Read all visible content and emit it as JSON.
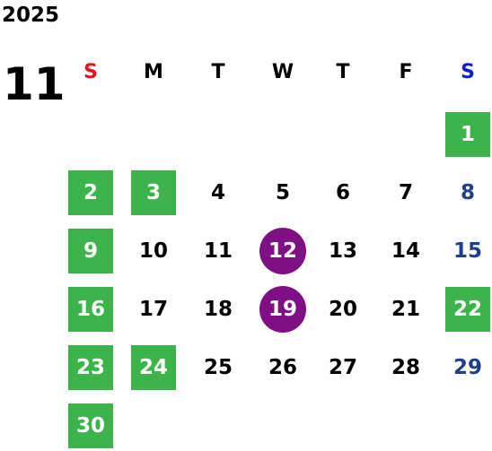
{
  "year": "2025",
  "month": "11",
  "colors": {
    "sunday": "#e8141c",
    "saturday": "#1020d0",
    "saturday_date": "#1f3f8c",
    "holiday_bg": "#3cb44b",
    "event_bg": "#7f0f85",
    "text": "#000000"
  },
  "weekdays": [
    "S",
    "M",
    "T",
    "W",
    "T",
    "F",
    "S"
  ],
  "weeks": [
    [
      null,
      null,
      null,
      null,
      null,
      null,
      {
        "label": "1",
        "style": "green"
      }
    ],
    [
      {
        "label": "2",
        "style": "green"
      },
      {
        "label": "3",
        "style": "green"
      },
      {
        "label": "4",
        "style": "normal"
      },
      {
        "label": "5",
        "style": "normal"
      },
      {
        "label": "6",
        "style": "normal"
      },
      {
        "label": "7",
        "style": "normal"
      },
      {
        "label": "8",
        "style": "sat"
      }
    ],
    [
      {
        "label": "9",
        "style": "green"
      },
      {
        "label": "10",
        "style": "normal"
      },
      {
        "label": "11",
        "style": "normal"
      },
      {
        "label": "12",
        "style": "purple"
      },
      {
        "label": "13",
        "style": "normal"
      },
      {
        "label": "14",
        "style": "normal"
      },
      {
        "label": "15",
        "style": "sat"
      }
    ],
    [
      {
        "label": "16",
        "style": "green"
      },
      {
        "label": "17",
        "style": "normal"
      },
      {
        "label": "18",
        "style": "normal"
      },
      {
        "label": "19",
        "style": "purple"
      },
      {
        "label": "20",
        "style": "normal"
      },
      {
        "label": "21",
        "style": "normal"
      },
      {
        "label": "22",
        "style": "green"
      }
    ],
    [
      {
        "label": "23",
        "style": "green"
      },
      {
        "label": "24",
        "style": "green"
      },
      {
        "label": "25",
        "style": "normal"
      },
      {
        "label": "26",
        "style": "normal"
      },
      {
        "label": "27",
        "style": "normal"
      },
      {
        "label": "28",
        "style": "normal"
      },
      {
        "label": "29",
        "style": "sat"
      }
    ],
    [
      {
        "label": "30",
        "style": "green"
      },
      null,
      null,
      null,
      null,
      null,
      null
    ]
  ]
}
